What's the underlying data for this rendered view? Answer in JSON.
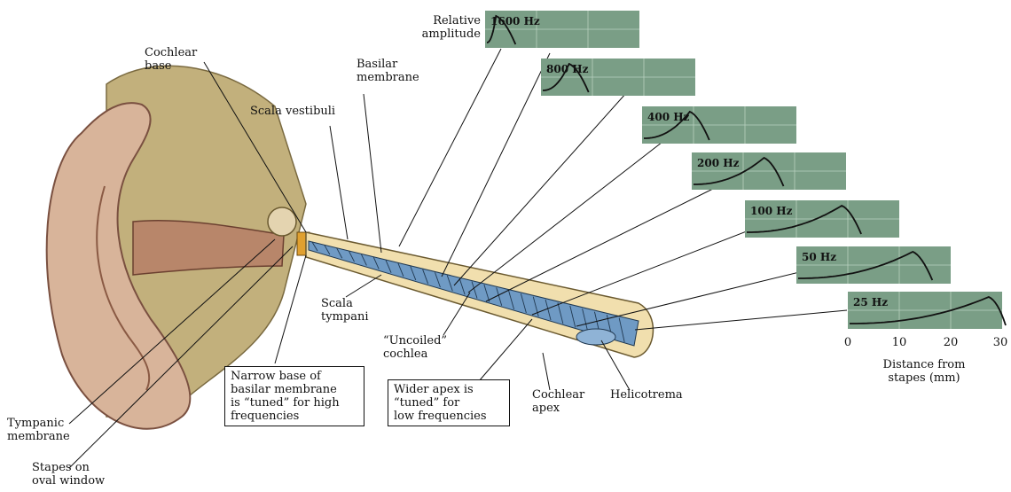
{
  "labels": {
    "relative_amplitude": "Relative\namplitude",
    "cochlear_base": "Cochlear\nbase",
    "basilar_membrane": "Basilar\nmembrane",
    "scala_vestibuli": "Scala vestibuli",
    "scala_tympani": "Scala\ntympani",
    "uncoiled_cochlea": "“Uncoiled”\ncochlea",
    "cochlear_apex": "Cochlear\napex",
    "helicotrema": "Helicotrema",
    "tympanic_membrane": "Tympanic\nmembrane",
    "stapes": "Stapes on\noval window",
    "distance_axis": "Distance from\nstapes (mm)"
  },
  "callouts": {
    "narrow_base": "Narrow base of\nbasilar membrane\nis “tuned” for high\nfrequencies",
    "wider_apex": "Wider apex is\n“tuned” for\nlow frequencies"
  },
  "chart_data": {
    "type": "line",
    "xlabel": "Distance from stapes (mm)",
    "x_ticks": [
      "0",
      "10",
      "20",
      "30"
    ],
    "xlim": [
      0,
      30
    ],
    "ylabel": "Relative amplitude",
    "series": [
      {
        "name": "1600 Hz",
        "peak_mm": 1.5
      },
      {
        "name": "800 Hz",
        "peak_mm": 5
      },
      {
        "name": "400 Hz",
        "peak_mm": 9
      },
      {
        "name": "200 Hz",
        "peak_mm": 14
      },
      {
        "name": "100 Hz",
        "peak_mm": 19
      },
      {
        "name": "50 Hz",
        "peak_mm": 23
      },
      {
        "name": "25 Hz",
        "peak_mm": 28
      }
    ]
  },
  "colors": {
    "panel": "#7a9e86",
    "skin": "#d8b49a",
    "bone": "#c2b07c",
    "cochlea": "#f1dfae",
    "membrane": "#6f9ac4"
  }
}
